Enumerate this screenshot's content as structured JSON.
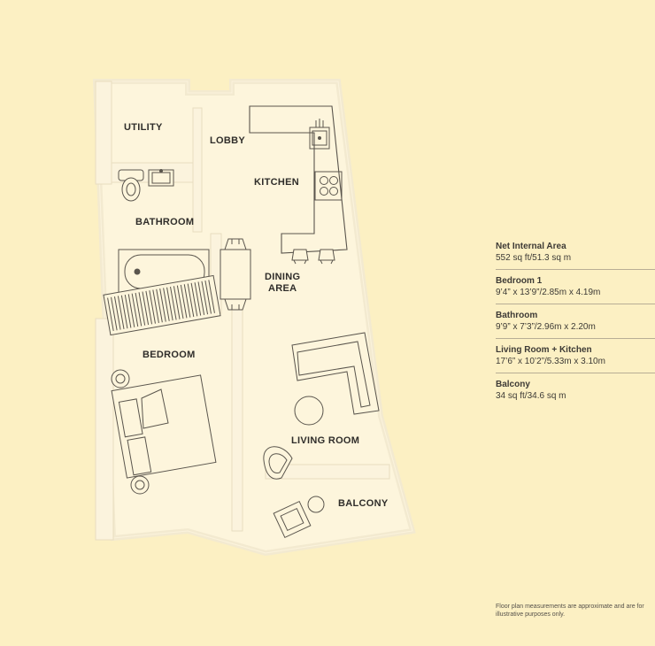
{
  "rooms": {
    "utility": "UTILITY",
    "lobby": "LOBBY",
    "kitchen": "KITCHEN",
    "bathroom": "BATHROOM",
    "dining_line1": "DINING",
    "dining_line2": "AREA",
    "bedroom": "BEDROOM",
    "living_room": "LIVING ROOM",
    "balcony": "BALCONY"
  },
  "legend": [
    {
      "label": "Net Internal Area",
      "value": "552 sq ft/51.3 sq m"
    },
    {
      "label": "Bedroom 1",
      "value": "9’4” x 13’9”/2.85m x 4.19m"
    },
    {
      "label": "Bathroom",
      "value": "9’9” x 7’3”/2.96m x 2.20m"
    },
    {
      "label": "Living Room + Kitchen",
      "value": "17’6” x 10’2”/5.33m x 3.10m"
    },
    {
      "label": "Balcony",
      "value": "34 sq ft/34.6 sq m"
    }
  ],
  "disclaimer": "Floor plan measurements are approximate and are for illustrative purposes only.",
  "colors": {
    "background": "#fcf0c3",
    "floor": "#fdf5dc",
    "walls": "#f6efd9",
    "lines": "#7a736a"
  }
}
